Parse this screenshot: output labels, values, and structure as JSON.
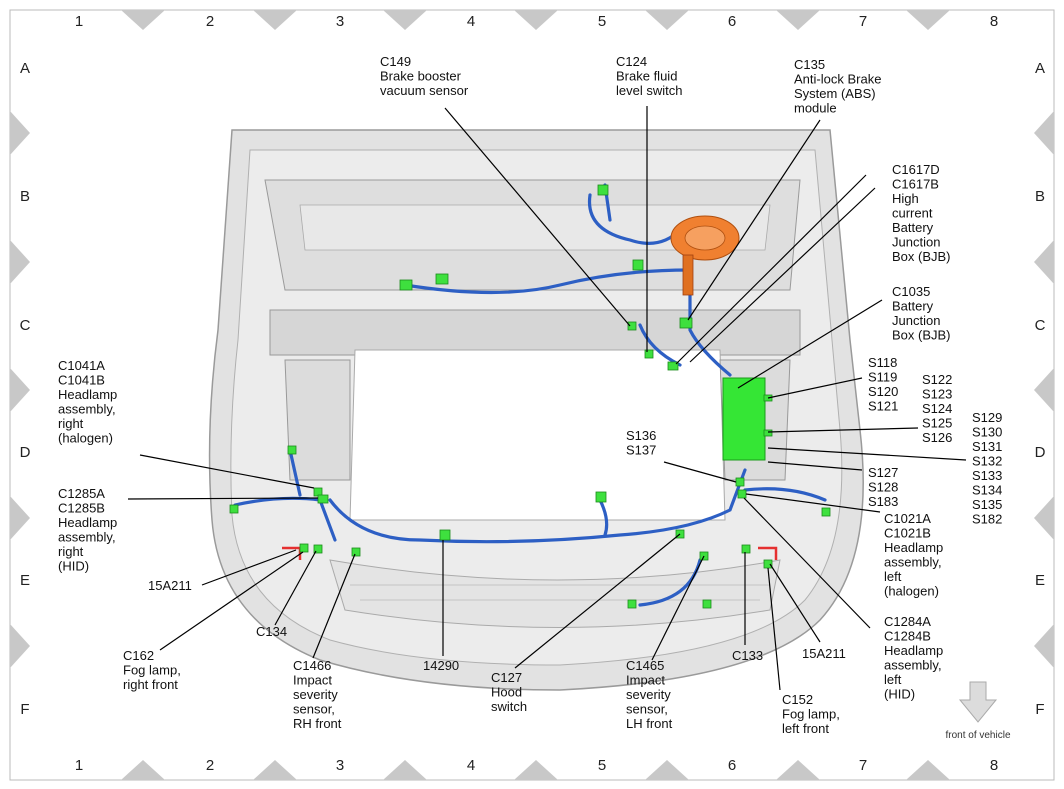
{
  "grid": {
    "columns": [
      "1",
      "2",
      "3",
      "4",
      "5",
      "6",
      "7",
      "8"
    ],
    "rows": [
      "A",
      "B",
      "C",
      "D",
      "E",
      "F"
    ]
  },
  "colors": {
    "harness": "#2d5fc4",
    "connector": "#3ee03e",
    "bjb": "#35e635",
    "abs": "#f08030",
    "body": "#d8d8d8",
    "triangle": "#c8c8c8"
  },
  "orientation": {
    "arrow_icon": "down-arrow-icon",
    "label": "front of vehicle"
  },
  "callouts": [
    {
      "id": "c149",
      "lines": [
        "C149",
        "Brake booster",
        "vacuum sensor"
      ]
    },
    {
      "id": "c124",
      "lines": [
        "C124",
        "Brake fluid",
        "level switch"
      ]
    },
    {
      "id": "c135",
      "lines": [
        "C135",
        "Anti-lock Brake",
        "System (ABS)",
        "module"
      ]
    },
    {
      "id": "c1617",
      "lines": [
        "C1617D",
        "C1617B",
        "High",
        "current",
        "Battery",
        "Junction",
        "Box (BJB)"
      ]
    },
    {
      "id": "c1035",
      "lines": [
        "C1035",
        "Battery",
        "Junction",
        "Box (BJB)"
      ]
    },
    {
      "id": "s118",
      "lines": [
        "S118",
        "S119",
        "S120",
        "S121"
      ]
    },
    {
      "id": "s122",
      "lines": [
        "S122",
        "S123",
        "S124",
        "S125",
        "S126"
      ]
    },
    {
      "id": "s129",
      "lines": [
        "S129",
        "S130",
        "S131",
        "S132",
        "S133",
        "S134",
        "S135",
        "S182"
      ]
    },
    {
      "id": "s127",
      "lines": [
        "S127",
        "S128",
        "S183"
      ]
    },
    {
      "id": "s136",
      "lines": [
        "S136",
        "S137"
      ]
    },
    {
      "id": "c1021",
      "lines": [
        "C1021A",
        "C1021B",
        "Headlamp",
        "assembly,",
        "left",
        "(halogen)"
      ]
    },
    {
      "id": "c1284",
      "lines": [
        "C1284A",
        "C1284B",
        "Headlamp",
        "assembly,",
        "left",
        "(HID)"
      ]
    },
    {
      "id": "c1041",
      "lines": [
        "C1041A",
        "C1041B",
        "Headlamp",
        "assembly,",
        "right",
        "(halogen)"
      ]
    },
    {
      "id": "c1285",
      "lines": [
        "C1285A",
        "C1285B",
        "Headlamp",
        "assembly,",
        "right",
        "(HID)"
      ]
    },
    {
      "id": "15a211r",
      "lines": [
        "15A211"
      ]
    },
    {
      "id": "c134",
      "lines": [
        "C134"
      ]
    },
    {
      "id": "c162",
      "lines": [
        "C162",
        "Fog lamp,",
        "right front"
      ]
    },
    {
      "id": "c1466",
      "lines": [
        "C1466",
        "Impact",
        "severity",
        "sensor,",
        "RH front"
      ]
    },
    {
      "id": "14290",
      "lines": [
        "14290"
      ]
    },
    {
      "id": "c127",
      "lines": [
        "C127",
        "Hood",
        "switch"
      ]
    },
    {
      "id": "c1465",
      "lines": [
        "C1465",
        "Impact",
        "severity",
        "sensor,",
        "LH front"
      ]
    },
    {
      "id": "c133",
      "lines": [
        "C133"
      ]
    },
    {
      "id": "15a211l",
      "lines": [
        "15A211"
      ]
    },
    {
      "id": "c152",
      "lines": [
        "C152",
        "Fog lamp,",
        "left front"
      ]
    }
  ]
}
